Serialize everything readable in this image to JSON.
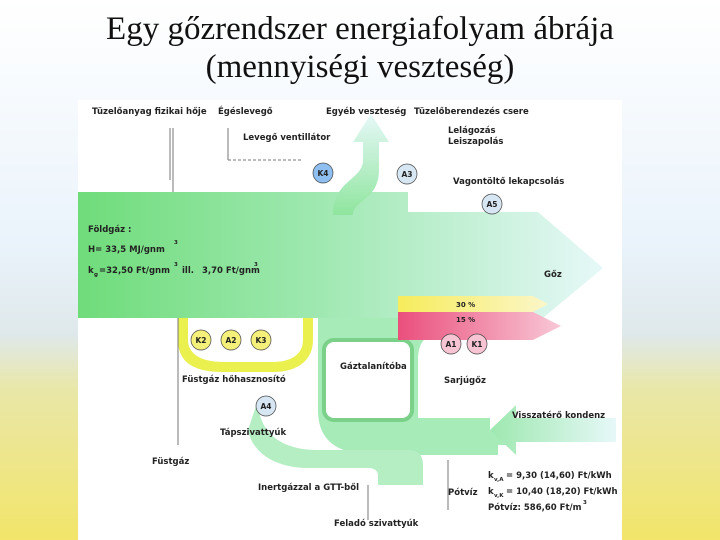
{
  "title_line1": "Egy gőzrendszer energiafolyam ábrája",
  "title_line2": "(mennyiségi veszteség)",
  "labels": {
    "fuel_heat": "Tüzelőanyag fizikai hője",
    "combustion_air": "Égéslevegő",
    "other_loss": "Egyéb veszteség",
    "burner_change": "Tüzelőberendezés csere",
    "air_fan": "Levegő ventillátor",
    "scale": "Lelágozás",
    "deposit": "Leiszapolás",
    "feedwater_valve": "Vagontöltő lekapcsolás",
    "natural_gas": "Földgáz :",
    "heating_value": "H= 33,5 MJ/gnm",
    "price": "k",
    "price_sub": "g",
    "price_val": "=32,50 Ft/gnm",
    "or": "ill.",
    "price2": "3,70 Ft/gnm",
    "sup3": "3",
    "steam": "Gőz",
    "pct30": "30 %",
    "pct15": "15 %",
    "flue_heat": "Füstgáz hőhasznosító",
    "degasser": "Gáztalanítóba",
    "sludge_steam": "Sarjúgőz",
    "return_cond": "Visszatérő kondenz",
    "feed_pump": "Tápszivattyúk",
    "flue_gas": "Füstgáz",
    "inert_gas": "Inertgázzal a GTT-ből",
    "makeup": "Pótvíz",
    "feed_pump2": "Feladó szivattyúk",
    "kva": "k",
    "kva_sub": "v,A",
    "kva_val": "= 9,30  (14,60) Ft/kWh",
    "kvk": "k",
    "kvk_sub": "v,K",
    "kvk_val": "= 10,40  (18,20) Ft/kWh",
    "makeup_price": "Pótvíz: 586,60 Ft/m",
    "makeup_sup": "3"
  },
  "circles": {
    "k4": "K4",
    "a3": "A3",
    "a5": "A5",
    "k2": "K2",
    "a2": "A2",
    "k3": "K3",
    "a1": "A1",
    "k1": "K1",
    "a4": "A4"
  },
  "colors": {
    "main_flow": "#7fe08a",
    "flow_light": "#e3f7f8",
    "yellow_band": "#f6ee70",
    "pink_band": "#ee5f86",
    "circle_fill": "#f4f07a",
    "circle_fill_blue": "#d6e6f2"
  }
}
